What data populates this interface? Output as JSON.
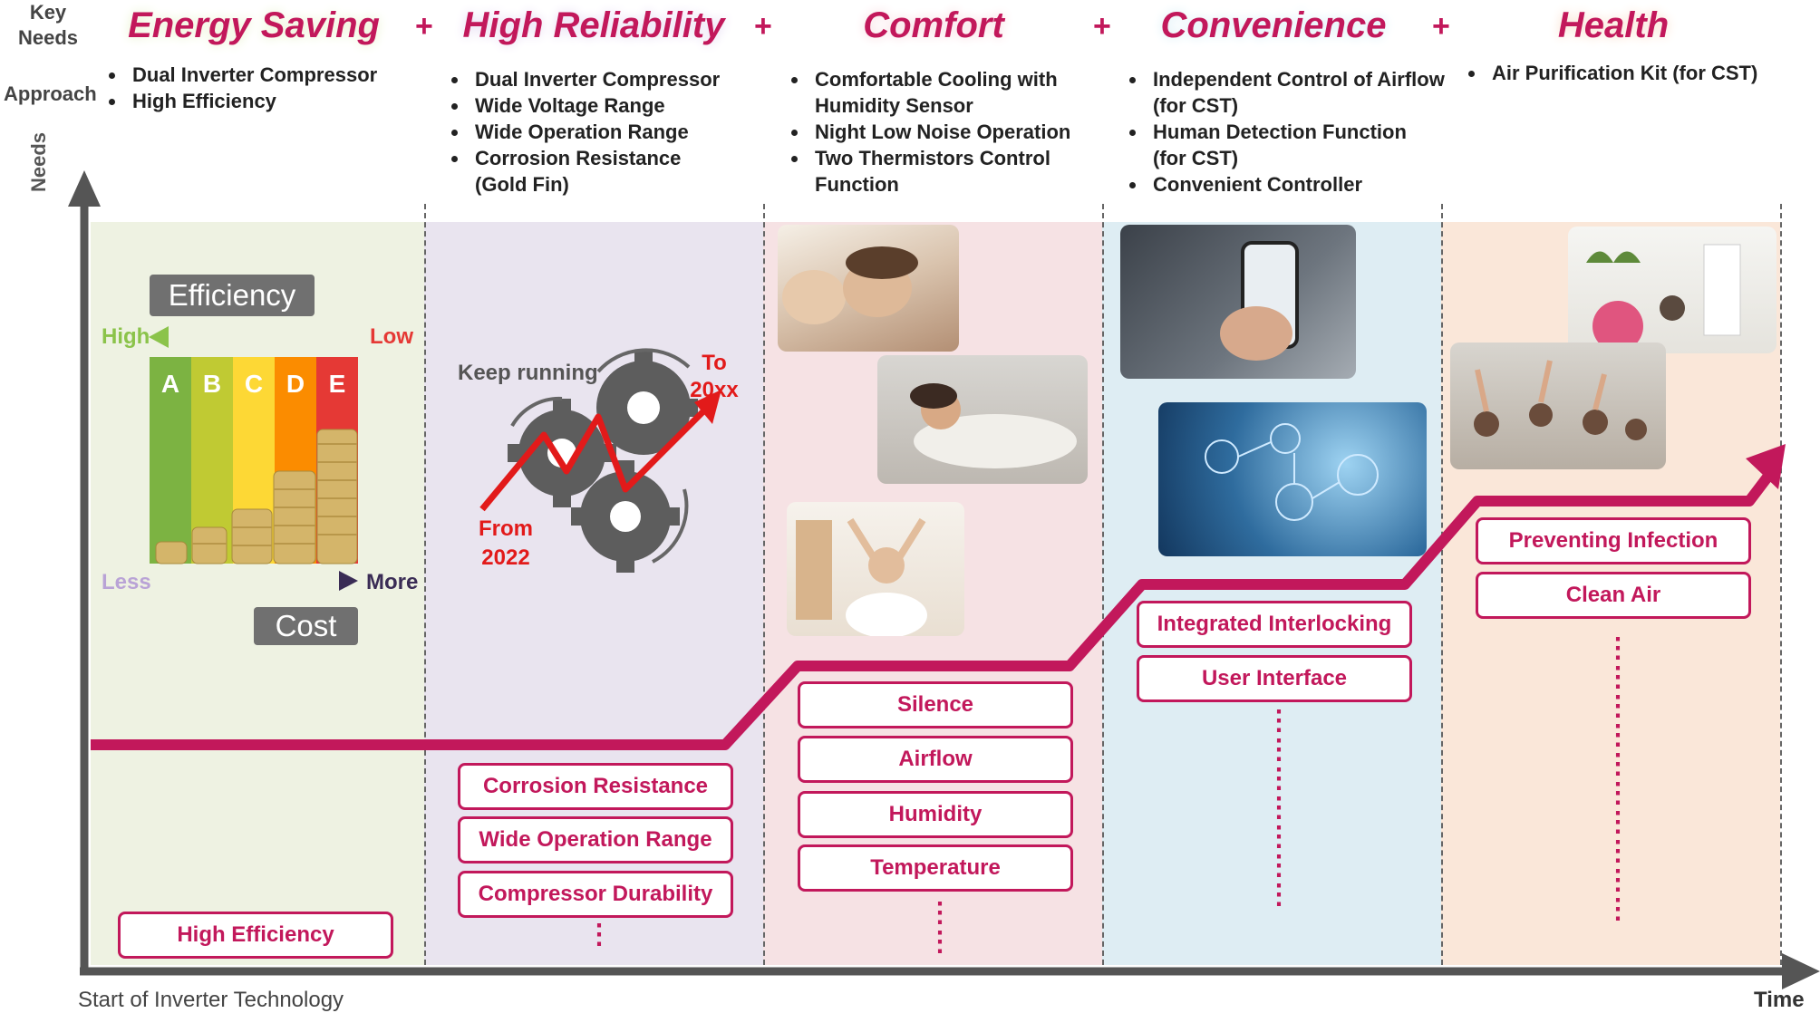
{
  "labels": {
    "key_needs": "Key\nNeeds",
    "approach": "Approach",
    "needs_axis": "Needs",
    "time_axis": "Time",
    "start": "Start of Inverter Technology"
  },
  "plus": "+",
  "columns": [
    {
      "title": "Energy Saving",
      "approach": [
        "Dual Inverter Compressor",
        "High Efficiency"
      ],
      "items": [
        "High Efficiency"
      ]
    },
    {
      "title": "High Reliability",
      "approach": [
        "Dual Inverter Compressor",
        "Wide Voltage Range",
        "Wide Operation Range",
        "Corrosion Resistance\n(Gold Fin)"
      ],
      "items": [
        "Corrosion Resistance",
        "Wide Operation Range",
        "Compressor Durability"
      ]
    },
    {
      "title": "Comfort",
      "approach": [
        "Comfortable Cooling with\nHumidity Sensor",
        "Night Low Noise Operation",
        "Two Thermistors Control\nFunction"
      ],
      "items": [
        "Silence",
        "Airflow",
        "Humidity",
        "Temperature"
      ]
    },
    {
      "title": "Convenience",
      "approach": [
        "Independent Control of Airflow\n(for CST)",
        "Human Detection Function\n(for CST)",
        "Convenient Controller"
      ],
      "items": [
        "Integrated Interlocking",
        "User Interface"
      ]
    },
    {
      "title": "Health",
      "approach": [
        "Air Purification Kit (for CST)"
      ],
      "items": [
        "Preventing Infection",
        "Clean Air"
      ]
    }
  ],
  "efficiency": {
    "title": "Efficiency",
    "high": "High",
    "low": "Low",
    "grades": [
      "A",
      "B",
      "C",
      "D",
      "E"
    ],
    "less": "Less",
    "more": "More",
    "cost": "Cost"
  },
  "reliability_graphic": {
    "keep_running": "Keep running",
    "to": "To\n20xx",
    "from": "From\n2022"
  },
  "colors": {
    "accent": "#c2185b",
    "band_energy": "#eef2e2",
    "band_reliability": "#e9e4ef",
    "band_comfort": "#f6e2e4",
    "band_convenience": "#deedf3",
    "band_health": "#fae7d9"
  }
}
